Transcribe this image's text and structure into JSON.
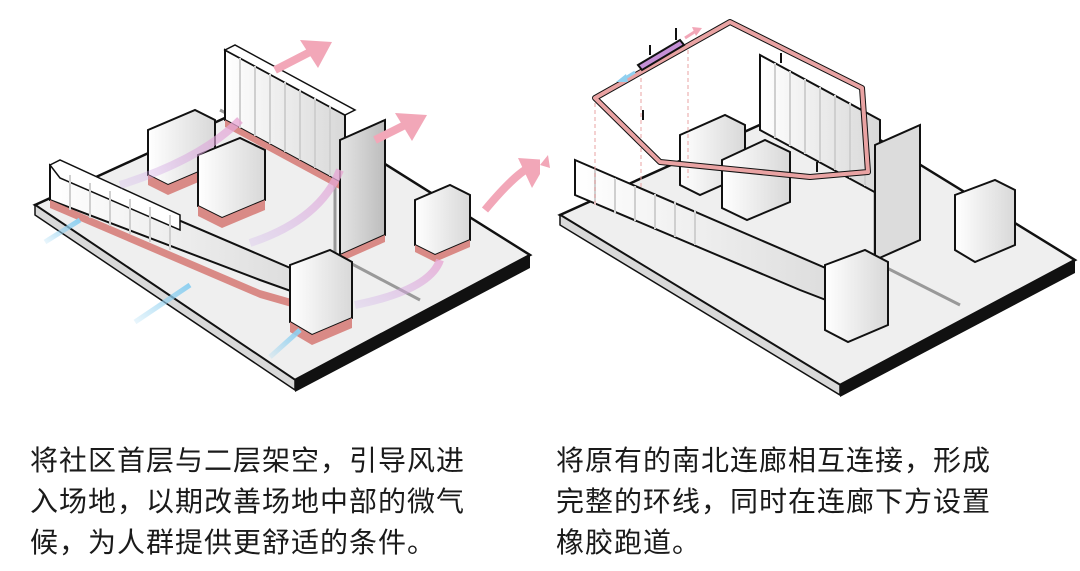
{
  "panels": [
    {
      "id": "ventilation",
      "caption_lines": [
        "将社区首层与二层架空，引导风进",
        "入场地，以期改善场地中部的微气",
        "候，为人群提供更舒适的条件。"
      ],
      "legend_colors": {
        "podium": "#d98a86",
        "wind_in": "#8fd0f0",
        "wind_mid": "#c9a6ea",
        "wind_out": "#f2a7b8"
      }
    },
    {
      "id": "running-loop",
      "caption_lines": [
        "将原有的南北连廊相互连接，形成",
        "完整的环线，同时在连廊下方设置",
        "橡胶跑道。"
      ],
      "legend_colors": {
        "loop": "#e9a3a3",
        "track": "#c58fd6",
        "arrow_left": "#8fd0f0",
        "arrow_right": "#f2a7b8"
      }
    }
  ]
}
